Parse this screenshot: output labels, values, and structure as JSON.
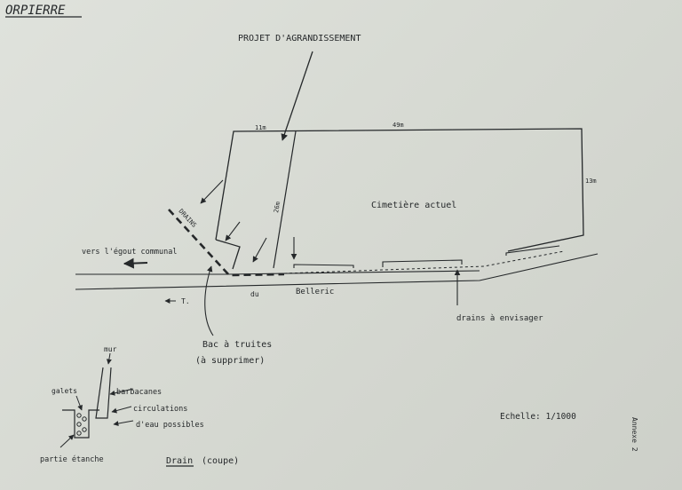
{
  "title": "ORPIERRE",
  "labels": {
    "project": "PROJET D'AGRANDISSEMENT",
    "top_dim_left": "11m",
    "top_dim_right": "49m",
    "right_dim": "13m",
    "left_dim": "26m",
    "cemetery": "Cimetière actuel",
    "drains_word": "DRAINS",
    "sewer": "vers l'égout communal",
    "road_prefix": "T.",
    "road_du": "du",
    "road_name": "Belleric",
    "drains_future": "drains à envisager",
    "trout_tank": "Bac à truites",
    "remove": "(à supprimer)",
    "wall": "mur",
    "pebbles": "galets",
    "weep_holes": "barbacanes",
    "circulation": "circulations",
    "water": "d'eau possibles",
    "sealed": "partie étanche",
    "drain_section_title": "Drain",
    "drain_section_note": "(coupe)",
    "scale": "Echelle: 1/1000",
    "annex": "Annexe 2"
  },
  "colors": {
    "ink": "#25282a",
    "paper": "#dcdfd8"
  }
}
